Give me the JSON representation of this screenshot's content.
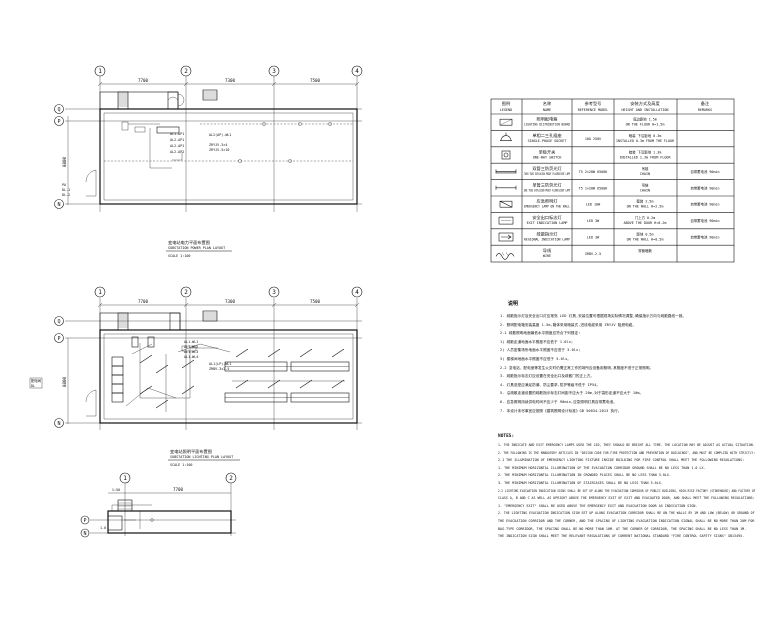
{
  "plans": {
    "power": {
      "title": "变电站电力平面布置图",
      "subtitle": "SUBSTATION POWER PLAN LAYOUT",
      "scale": "SCALE  1:100",
      "grid_cols": [
        "1",
        "2",
        "3",
        "4"
      ],
      "grid_rows": [
        "Q",
        "P",
        "N"
      ],
      "dims": [
        "7700",
        "7300",
        "7500"
      ],
      "depth": "8800",
      "panel_labels": [
        "AL1-AP1",
        "AL2-AP1",
        "AL2-AP1",
        "AL2-AP2"
      ],
      "callout": [
        "AL2(AP)-WL1",
        "ZRYJV-3×4",
        "ZRYJV-5×10"
      ],
      "side_note": [
        "PA",
        "DL-1",
        "DL-2"
      ]
    },
    "lighting": {
      "title": "变电站照明平面布置图",
      "subtitle": "SUBSTATION LIGHTING PLAN LAYOUT",
      "scale": "SCALE  1:100",
      "grid_cols": [
        "1",
        "2",
        "3",
        "4"
      ],
      "grid_rows": [
        "Q",
        "P",
        "N"
      ],
      "dims": [
        "7700",
        "7300",
        "7500"
      ],
      "depth": "8800",
      "panel_labels": [
        "AL1-WL1",
        "AL1-WL2",
        "AL1-WL3",
        "AL1-WL4"
      ],
      "callout": [
        "AL1(LP)-WL1",
        "ZRBV-3×2.5"
      ],
      "side_label": [
        "配电间",
        "DL"
      ]
    },
    "small": {
      "grid_cols": [
        "1",
        "2"
      ],
      "grid_rows": [
        "P",
        "N"
      ],
      "dims": [
        "1:50",
        "7700"
      ],
      "depth": "1.0"
    }
  },
  "legend": {
    "headers": [
      [
        "图例",
        "LEGEND"
      ],
      [
        "名称",
        "NAME"
      ],
      [
        "参考型号",
        "REFERENCE MODEL"
      ],
      [
        "安装方式及高度",
        "HEIGHT AND INSTALLATION"
      ],
      [
        "备注",
        "REMARKS"
      ]
    ],
    "rows": [
      {
        "symbol": "panel",
        "name_cn": "照明配电箱",
        "name_en": "LIGHTING DISTRIBUTION BOARD",
        "model": "",
        "install_cn": "底边距地 1.5m",
        "install_en": "ON THE FLOOR H=1.5m",
        "remark": ""
      },
      {
        "symbol": "socket",
        "name_cn": "单相二三孔插座",
        "name_en": "SINGLE-PHASE SOCKET",
        "model": "10A 250V",
        "install_cn": "暗装 下沿距地 0.3m",
        "install_en": "INSTALLED 0.3m FROM THE FLOOR",
        "remark": ""
      },
      {
        "symbol": "switch",
        "name_cn": "单极开关",
        "name_en": "ONE-WAY SWITCH",
        "model": "",
        "install_cn": "暗装 下沿距地 1.3m",
        "install_en": "INSTALLED 1.3m FROM FLOOR",
        "remark": ""
      },
      {
        "symbol": "fluor",
        "name_cn": "双管三防荧光灯",
        "name_en": "TWIN TUBE EXPLOSION-PROOF FLUORESCENT LAMP",
        "model": "T5 2×28W 6500K",
        "install_cn": "吊链",
        "install_en": "CHAIN",
        "remark": "自带蓄电池 90min"
      },
      {
        "symbol": "fluor2",
        "name_cn": "单管三防荧光灯",
        "name_en": "ONE TUBE EXPLOSION-PROOF FLUORESCENT LAMP",
        "model": "T5 1×28W 6500K",
        "install_cn": "吊链",
        "install_en": "CHAIN",
        "remark": "自带蓄电池 90min"
      },
      {
        "symbol": "emerg",
        "name_cn": "应急照明灯",
        "name_en": "EMERGENCY LAMP ON THE WALL",
        "model": "LED 10W",
        "install_cn": "壁装 2.5m",
        "install_en": "ON THE WALL H=2.5m",
        "remark": "自带蓄电池 90min"
      },
      {
        "symbol": "exit",
        "name_cn": "安全出口标志灯",
        "name_en": "EXIT INDICATION LAMP",
        "model": "LED 3W",
        "install_cn": "门上方 0.2m",
        "install_en": "ABOVE THE DOOR H=0.2m",
        "remark": "自带蓄电池 90min"
      },
      {
        "symbol": "evac",
        "name_cn": "疏散指示灯",
        "name_en": "REGIONAL INDICATION LAMP",
        "model": "LED 3W",
        "install_cn": "距地 0.5m",
        "install_en": "ON THE WALL H=0.5m",
        "remark": "自带蓄电池 90min"
      },
      {
        "symbol": "wire",
        "name_cn": "导线",
        "name_en": "WIRE",
        "model": "ZRBV-2.5",
        "install_cn": "穿管暗敷",
        "install_en": "",
        "remark": ""
      }
    ]
  },
  "notes_cn": {
    "heading": "说明",
    "lines": [
      "1. 疏散指示灯及安全出口灯应常亮 LED 灯具,安装位置可根据现场实际情况调整,确保指示方向与疏散路线一致。",
      "2. 照明配电箱安装高度 1.5m,箱体采用暗装式,进线电缆采用 ZRYJV 阻燃电缆。",
      "   2.1 疏散照明地面最低水平照度应符合下列规定:",
      "       1) 疏散走道地面水平照度不应低于 1.0lx;",
      "       2) 人员密集场所地面水平照度不应低于 3.0lx;",
      "       3) 楼梯间地面水平照度不应低于 5.0lx。",
      "   2.2 变电站、配电室等发生火灾时仍需正常工作的场所应设备用照明,其照度不低于正常照明。",
      "3. 疏散指示标志灯应设置在安全出口及疏散门的正上方。",
      "4. 灯具选型应满足防潮、防尘要求,防护等级不低于 IP54。",
      "5. 沿疏散走道设置的疏散指示标志灯间距不应大于 20m,对于袋形走道不应大于 10m。",
      "6. 应急照明持续供电时间不应少于 90min,应急照明灯具自带蓄电池。",
      "7. 本设计未尽事宜应按照《建筑照明设计标准》GB 50034-2013 执行。"
    ]
  },
  "notes_en": {
    "heading": "NOTES:",
    "lines": [
      "1. THE INDICATE AND EXIT EMERGENCY LAMPS USED THE LED, THEY SHOULD BE BRIGHT ALL TIME. THE LOCATION MAY BE ADJUST AS ACTUAL SITUATION.",
      "2. THE FOLLOWING IS THE MANDATORY ARTICLES IN \"DESIGN CODE FOR FIRE PROTECTION AND PREVENTION OF BUILDINGS\", AND MUST BE COMPLIED WITH STRICTLY:",
      "   2.1 THE ILLUMINATION OF EMERGENCY LIGHTING FIXTURE INSIDE BUILDING FOR FIRE CONTROL SHALL MEET THE FOLLOWING REGULATIONS:",
      "       1. THE MINIMUM HORIZONTAL ILLUMINATION OF THE EVACUATION CORRIDOR GROUND SHALL BE NO LESS THAN 1.0 LX.",
      "       2. THE MINIMUM HORIZONTAL ILLUMINATION IN CROWDED PLACES SHALL BE NO LESS THAN 3.0LX.",
      "       3. THE MINIMUM HORIZONTAL ILLUMINATION OF STAIRCASES SHALL BE NO LESS THAN 5.0LX.",
      "   2.2 LIGHTING EVACUATION INDICATION SIGNS SHALL BE SET UP ALONG THE EVACUATION CORRIDOR OF PUBLIC BUILDING, HIGH-RISE FACTORY (STOREHOUSE) AND FACTORY OF",
      "       CLASS A, B AND C AS WELL AS UPRIGHT ABOVE THE EMERGENCY EXIT OF EXIT AND EVACUATED DOOR, AND SHALL MEET THE FOLLOWING REGULATIONS:",
      "       1. \"EMERGENCY EXIT\" SHALL BE USED ABOVE THE EMERGENCY EXIT AND EVACUATION DOOR AS INDICATION SIGN.",
      "       2. THE LIGHTING EVACUATION INDICATION SIGN SET UP ALONG EVACUATION CORRIDOR SHALL BE ON THE WALLS BY 1M AND LOW (BELOW) OR GROUND OF",
      "          THE EVACUATION CORRIDOR AND THE CORNER, AND THE SPACING OF LIGHTING EVACUATION INDICATION SIGNAL SHALL BE NO MORE THAN 20M FOR",
      "          BAG-TYPE CORRIDOR, THE SPACING SHALL BE NO MORE THAN 10M. AT THE CORNER OF CORRIDOR, THE SPACING SHALL BE NO LESS THAN 1M.",
      "          THE INDICATION SIGN SHALL MEET THE RELEVANT REGULATIONS OF CURRENT NATIONAL STANDARD \"FIRE CONTROL SAFETY SIGNS\" GB13495."
    ]
  }
}
